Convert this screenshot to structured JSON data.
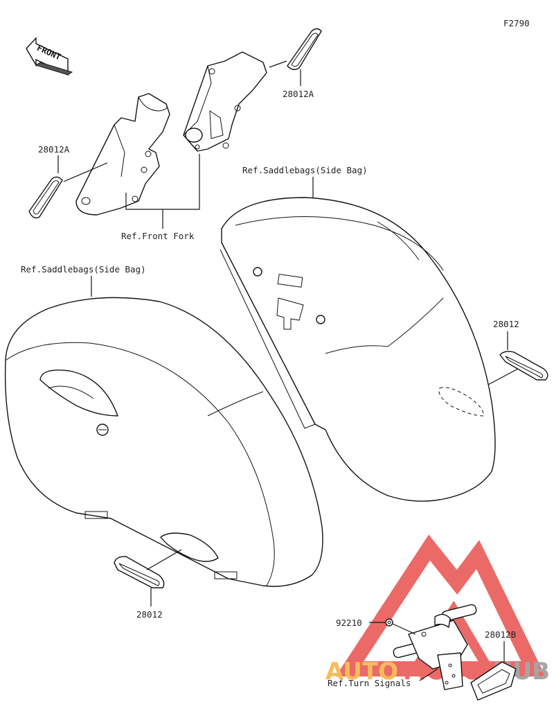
{
  "figure_code": "F2790",
  "front_label": "FRONT",
  "labels": {
    "reflector_front_right": "28012A",
    "reflector_front_left": "28012A",
    "ref_front_fork": "Ref.Front Fork",
    "ref_saddlebags_right": "Ref.Saddlebags(Side Bag)",
    "ref_saddlebags_left": "Ref.Saddlebags(Side Bag)",
    "reflector_right_bag": "28012",
    "reflector_left_bag": "28012",
    "nut": "92210",
    "reflector_rear": "28012B",
    "ref_turn_signals": "Ref.Turn Signals"
  },
  "watermark": {
    "text_part1": "AUTO",
    "text_part2": "MOTO",
    "text_part3": "HUB",
    "color_red": "#e53935",
    "color_orange": "#f5a623",
    "color_gray": "#888888"
  }
}
